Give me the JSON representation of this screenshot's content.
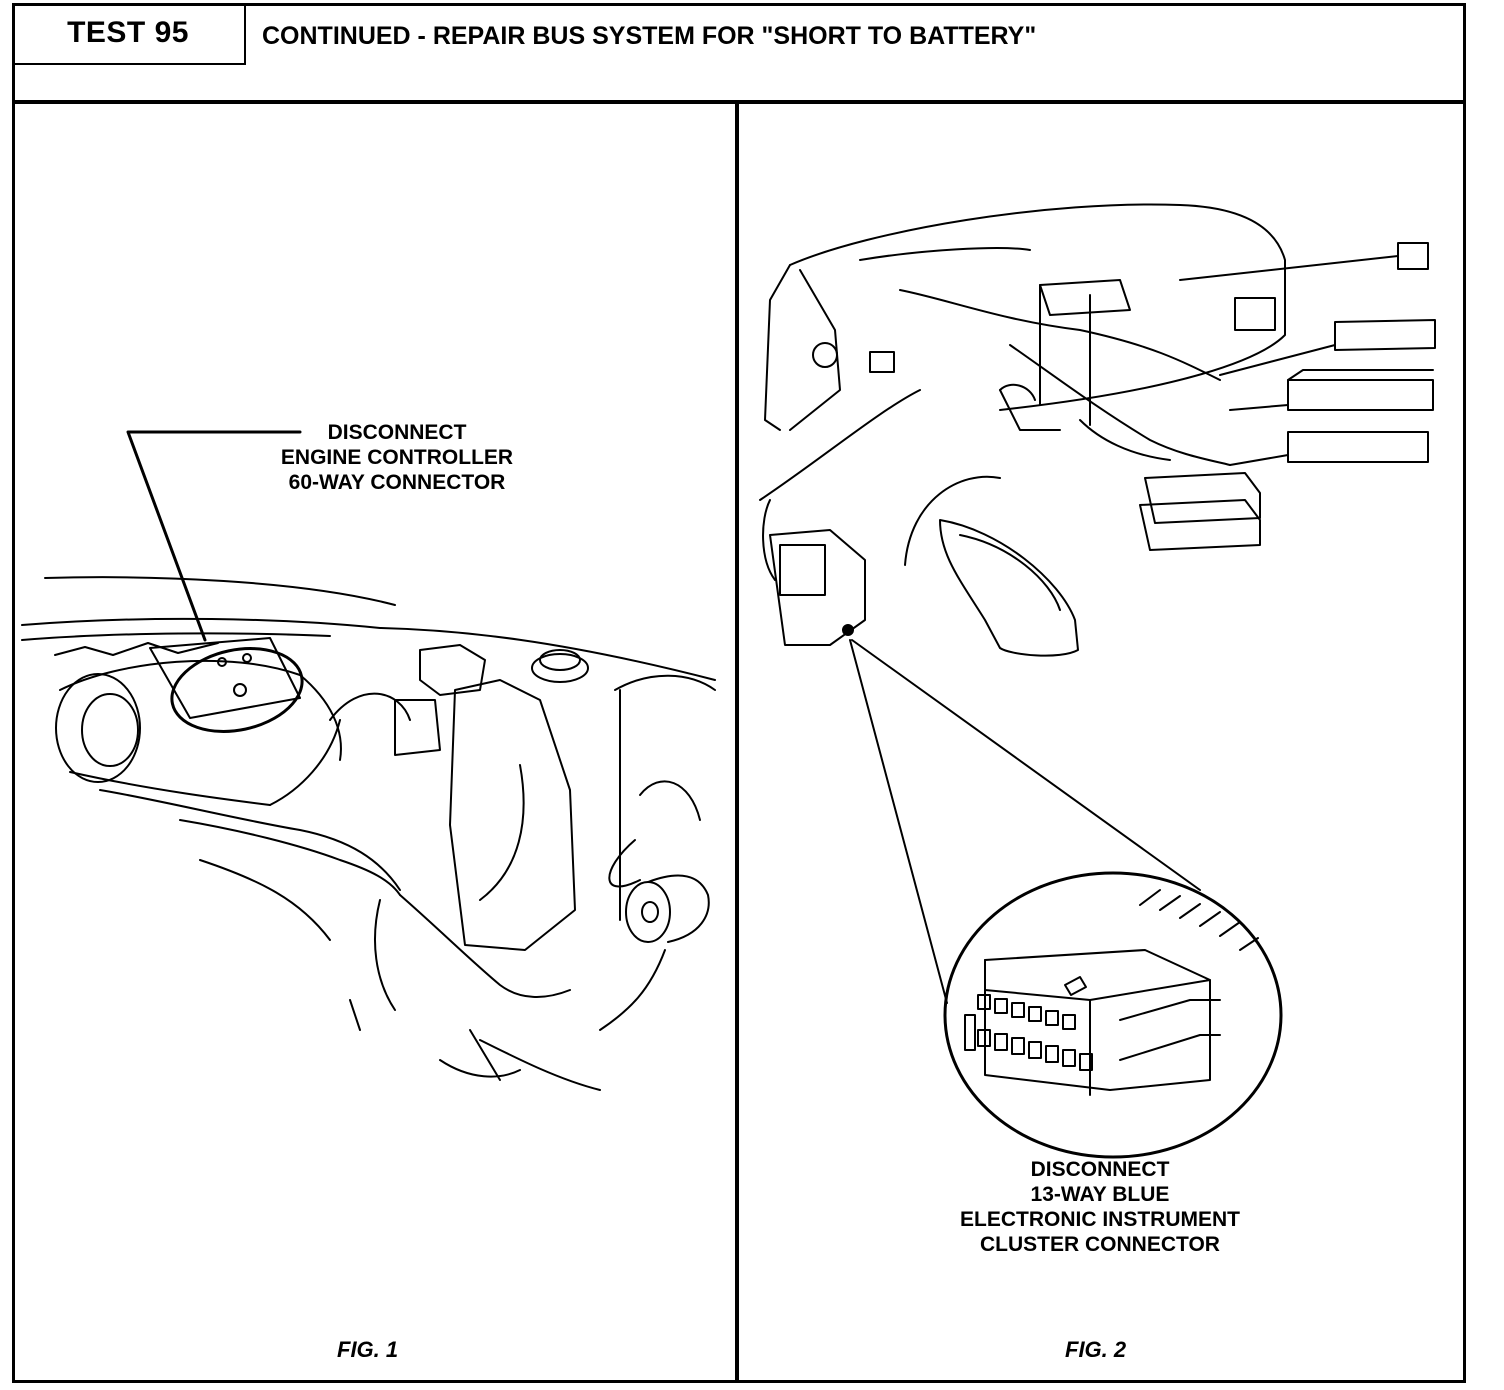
{
  "header": {
    "test_label": "TEST 95",
    "title": "CONTINUED - REPAIR BUS SYSTEM FOR \"SHORT TO BATTERY\""
  },
  "figure1": {
    "callout_lines": [
      "DISCONNECT",
      "ENGINE CONTROLLER",
      "60-WAY CONNECTOR"
    ],
    "label": "FIG. 1"
  },
  "figure2": {
    "callout_lines": [
      "DISCONNECT",
      "13-WAY BLUE",
      "ELECTRONIC INSTRUMENT",
      "CLUSTER CONNECTOR"
    ],
    "label": "FIG. 2"
  }
}
